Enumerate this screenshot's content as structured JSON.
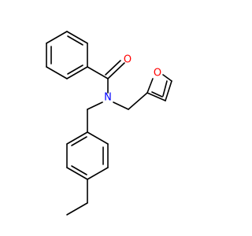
{
  "molecule": {
    "atoms": [
      {
        "id": "O_carbonyl",
        "label": "O",
        "color": "#ff0000"
      },
      {
        "id": "N_amide",
        "label": "N",
        "color": "#0000ff"
      },
      {
        "id": "O_furan",
        "label": "O",
        "color": "#ff0000"
      }
    ],
    "bond_color": "#000000",
    "background": "#ffffff"
  }
}
